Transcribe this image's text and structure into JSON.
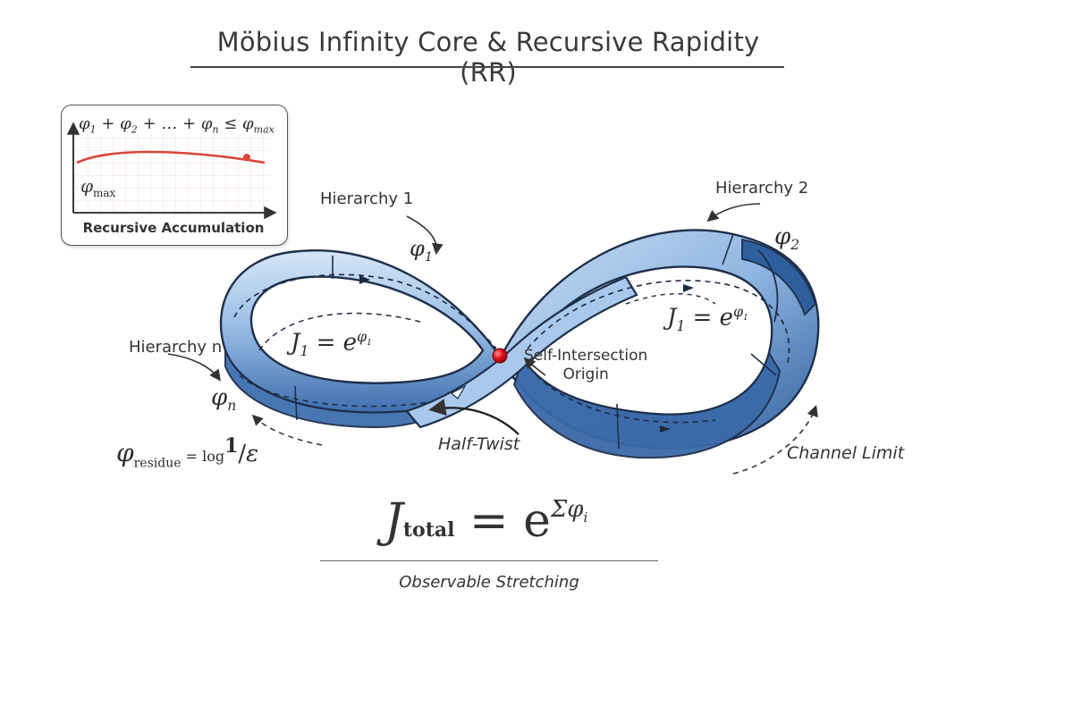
{
  "title": "Möbius Infinity Core & Recursive Rapidity (RR)",
  "inset": {
    "formula": {
      "phi1": "φ",
      "s1": "1",
      "plus1": " + ",
      "phi2": "φ",
      "s2": "2",
      "mid": " + … + ",
      "phin": "φ",
      "sn": "n",
      "leq": " ≤ ",
      "phim": "φ",
      "smax": "max"
    },
    "phimax_symbol": "φ",
    "phimax_sub": "max",
    "caption": "Recursive Accumulation"
  },
  "labels": {
    "hierarchy1": "Hierarchy 1",
    "hierarchy2": "Hierarchy 2",
    "hierarchyn": "Hierarchy n",
    "self_intersection_line1": "Self-Intersection",
    "self_intersection_line2": "Origin",
    "half_twist": "Half-Twist",
    "channel_limit": "Channel Limit"
  },
  "math": {
    "phi1_sym": "φ",
    "phi1_sub": "1",
    "phi2_sym": "φ",
    "phi2_sub": "2",
    "phin_sym": "φ",
    "phin_sub": "n",
    "j_left_J": "J",
    "j_left_sub": "1",
    "j_left_eq": " = e",
    "j_left_exp": "φ",
    "j_left_exp_sub": "1",
    "j_right_J": "J",
    "j_right_sub": "1",
    "j_right_eq": " = e",
    "j_right_exp": "φ",
    "j_right_exp_sub": "1",
    "residue_sym": "φ",
    "residue_sub": "residue",
    "residue_eq": " = log",
    "residue_num": "1",
    "residue_den": "ε"
  },
  "formula": {
    "J": "J",
    "sub": "total",
    "eq": " = e",
    "exp": "Σφ",
    "exp_sub": "i",
    "caption": "Observable Stretching"
  },
  "colors": {
    "band_light": "#b9d3ee",
    "band_mid": "#7ea9da",
    "band_dark": "#3f6fae",
    "outline": "#1e2f4a",
    "curve_red": "#d9463a",
    "origin_red": "#e0141c"
  }
}
